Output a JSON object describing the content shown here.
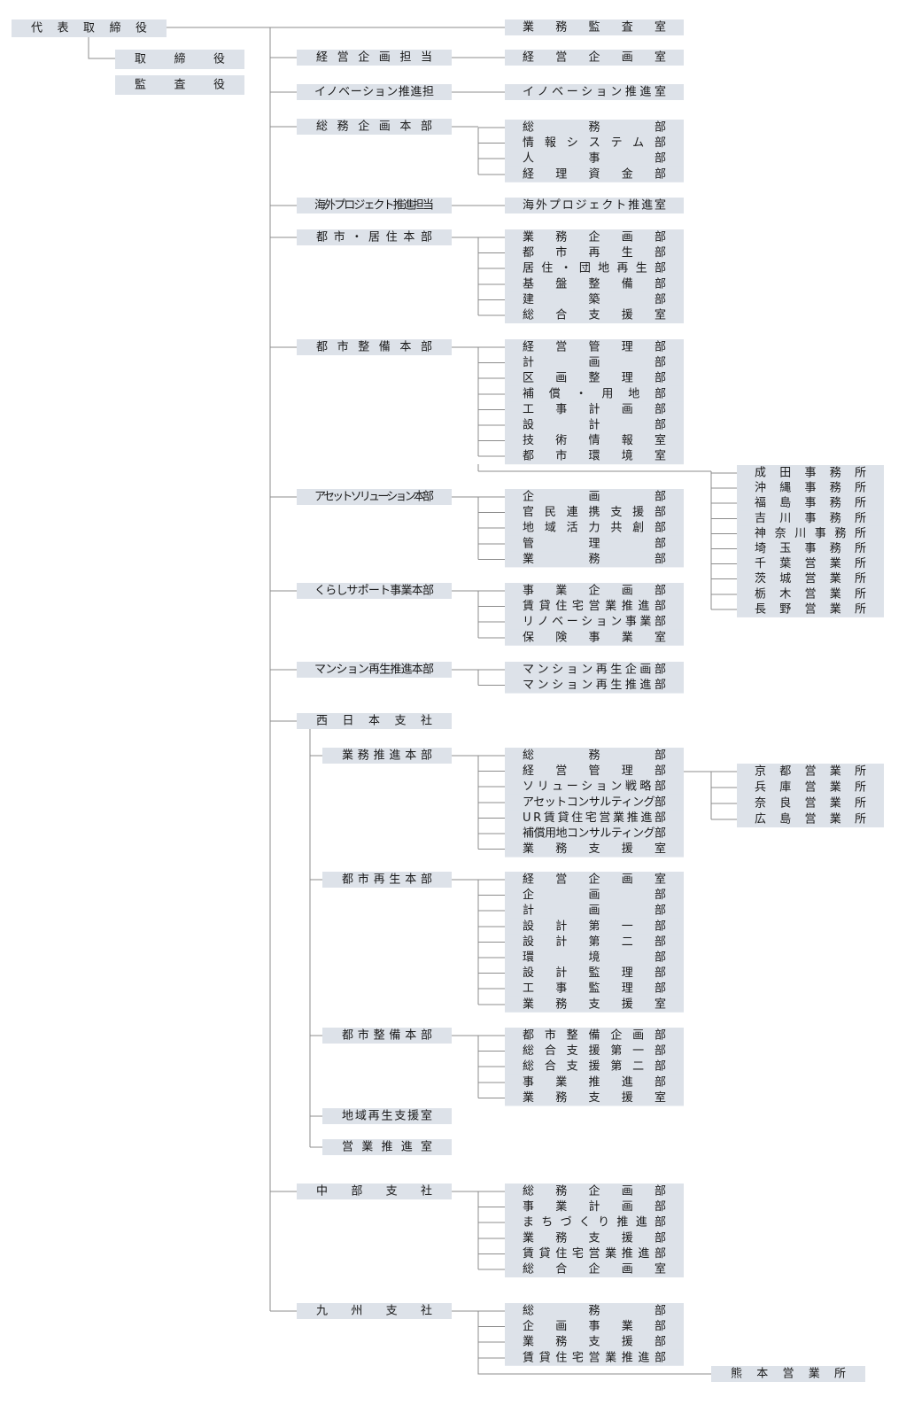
{
  "root": "代表取締役",
  "board": [
    "取締役",
    "監査役"
  ],
  "direct": "業務監査室",
  "divisions": [
    {
      "name": "経営企画担当",
      "units": [
        "経営企画室"
      ]
    },
    {
      "name": "イノベーション推進担",
      "units": [
        "イノベーション推進室"
      ]
    },
    {
      "name": "総務企画本部",
      "units": [
        "総務部",
        "情報システム部",
        "人事部",
        "経理資金部"
      ]
    },
    {
      "name": "海外プロジェクト推進担当",
      "units": [
        "海外プロジェクト推進室"
      ]
    },
    {
      "name": "都市・居住本部",
      "units": [
        "業務企画部",
        "都市再生部",
        "居住・団地再生部",
        "基盤整備部",
        "建築部",
        "総合支援室"
      ]
    },
    {
      "name": "都市整備本部",
      "units": [
        "経営管理部",
        "計画部",
        "区画整理部",
        "補償・用地部",
        "工事計画部",
        "設計部",
        "技術情報室",
        "都市環境室"
      ],
      "offices": [
        "成田事務所",
        "沖縄事務所",
        "福島事務所",
        "吉川事務所",
        "神奈川事務所",
        "埼玉事務所",
        "千葉営業所",
        "茨城営業所",
        "栃木営業所",
        "長野営業所"
      ]
    },
    {
      "name": "アセットソリューション本部",
      "units": [
        "企画部",
        "官民連携支援部",
        "地域活力共創部",
        "管理部",
        "業務部"
      ]
    },
    {
      "name": "くらしサポート事業本部",
      "units": [
        "事業企画部",
        "賃貸住宅営業推進部",
        "リノベーション事業部",
        "保険事業室"
      ]
    },
    {
      "name": "マンション再生推進本部",
      "units": [
        "マンション再生企画部",
        "マンション再生推進部"
      ]
    },
    {
      "name": "西日本支社",
      "units": [],
      "sub": [
        {
          "name": "業務推進本部",
          "units": [
            "総務部",
            "経営管理部",
            "ソリューション戦略部",
            "アセットコンサルティング部",
            "UR賃貸住宅営業推進部",
            "補償用地コンサルティング部",
            "業務支援室"
          ],
          "offices": [
            "京都営業所",
            "兵庫営業所",
            "奈良営業所",
            "広島営業所"
          ]
        },
        {
          "name": "都市再生本部",
          "units": [
            "経営企画室",
            "企画部",
            "計画部",
            "設計第一部",
            "設計第二部",
            "環境部",
            "設計監理部",
            "工事監理部",
            "業務支援室"
          ]
        },
        {
          "name": "都市整備本部",
          "units": [
            "都市整備企画部",
            "総合支援第一部",
            "総合支援第二部",
            "事業推進部",
            "業務支援室"
          ]
        },
        {
          "name": "地域再生支援室",
          "units": []
        },
        {
          "name": "営業推進室",
          "units": []
        }
      ]
    },
    {
      "name": "中部支社",
      "units": [
        "総務企画部",
        "事業計画部",
        "まちづくり推進部",
        "業務支援部",
        "賃貸住宅営業推進部",
        "総合企画室"
      ]
    },
    {
      "name": "九州支社",
      "units": [
        "総務部",
        "企画事業部",
        "業務支援部",
        "賃貸住宅営業推進部"
      ],
      "offices": [
        "熊本営業所"
      ]
    }
  ]
}
